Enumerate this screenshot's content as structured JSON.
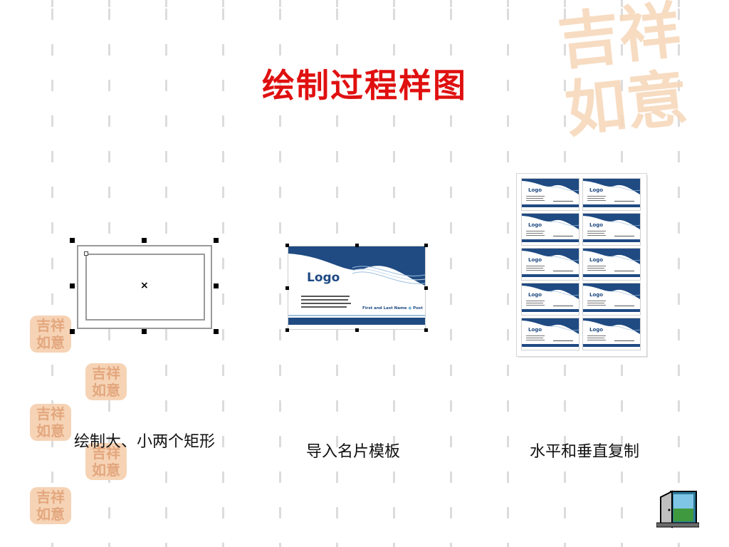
{
  "slide": {
    "title": "绘制过程样图"
  },
  "steps": [
    {
      "caption": "绘制大、小两个矩形"
    },
    {
      "caption": "导入名片模板"
    },
    {
      "caption": "水平和垂直复制"
    }
  ],
  "card": {
    "logo": "Logo",
    "name_line": "First and Last Name",
    "position": "Post"
  },
  "decor": {
    "watermark_text": "吉祥如意",
    "seal_text": "吉祥如意"
  },
  "colors": {
    "title": "#e01010",
    "card_blue": "#1f4a82",
    "seal": "#f3c9a6"
  },
  "icons": {
    "nav_button": "exit-door-icon"
  }
}
